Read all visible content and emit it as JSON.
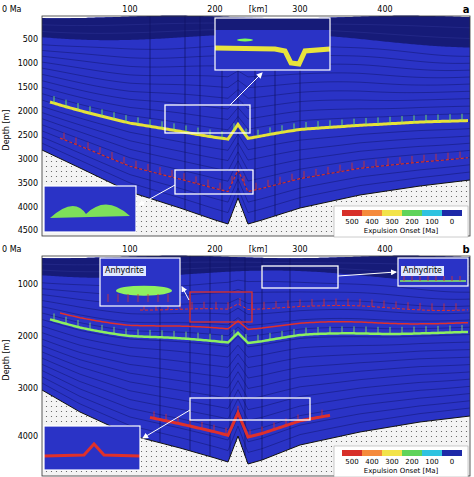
{
  "diagram": {
    "nodes": [
      {
        "text": [
          "Anhydrite"
        ]
      },
      {
        "text": [
          "Anhydrite"
        ]
      }
    ],
    "labels": [
      "0 Ma",
      "a",
      "100",
      "200",
      "[km]",
      "300",
      "400",
      "500",
      "1000",
      "1500",
      "2000",
      "2500",
      "3000",
      "3500",
      "4000",
      "4500",
      "Depth [m]",
      "Expulsion Onset [Ma]",
      "0 Ma",
      "b",
      "100",
      "200",
      "[km]",
      "300",
      "400",
      "1000",
      "2000",
      "3000",
      "4000",
      "Depth [m]",
      "Expulsion Onset [Ma]"
    ],
    "legend": [
      {
        "text": "500",
        "color": "#d7302a"
      },
      {
        "text": "400",
        "color": "#f58a3c"
      },
      {
        "text": "300",
        "color": "#f2e34a"
      },
      {
        "text": "200",
        "color": "#5fd35a"
      },
      {
        "text": "100",
        "color": "#2fc3e0"
      },
      {
        "text": "0",
        "color": "#1e2aa8"
      },
      {
        "text": "500",
        "color": "#d7302a"
      },
      {
        "text": "400",
        "color": "#f58a3c"
      },
      {
        "text": "300",
        "color": "#f2e34a"
      },
      {
        "text": "200",
        "color": "#5fd35a"
      },
      {
        "text": "100",
        "color": "#2fc3e0"
      },
      {
        "text": "0",
        "color": "#1e2aa8"
      }
    ]
  }
}
